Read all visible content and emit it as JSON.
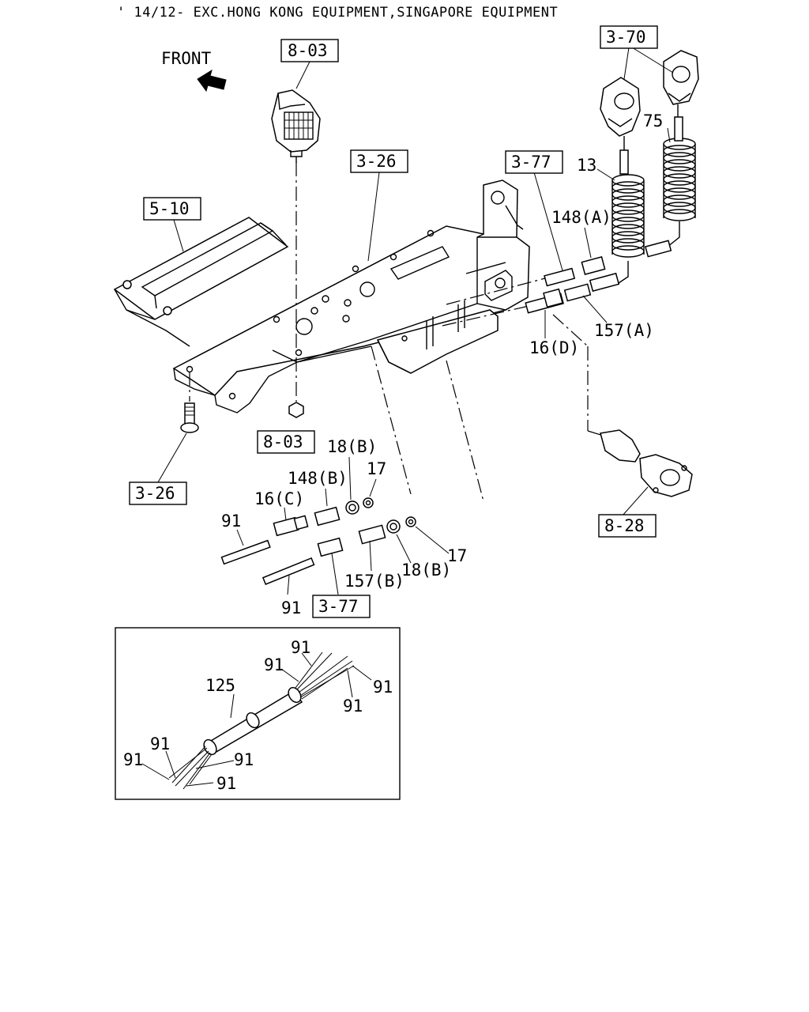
{
  "header": {
    "title": "' 14/12- EXC.HONG KONG EQUIPMENT,SINGAPORE EQUIPMENT"
  },
  "direction": {
    "front_label": "FRONT"
  },
  "ref_boxes": {
    "top_8_03": "8-03",
    "ref_3_70": "3-70",
    "ref_3_26_top": "3-26",
    "ref_3_77_top": "3-77",
    "ref_5_10": "5-10",
    "ref_8_03_bottom": "8-03",
    "ref_3_26_bottom": "3-26",
    "ref_8_28": "8-28",
    "ref_3_77_bottom": "3-77"
  },
  "callouts": {
    "c75": "75",
    "c13": "13",
    "c148a": "148(A)",
    "c157a": "157(A)",
    "c16d": "16(D)",
    "c18b_top": "18(B)",
    "c17_top": "17",
    "c148b": "148(B)",
    "c16c": "16(C)",
    "c91_left": "91",
    "c157b": "157(B)",
    "c18b_bottom": "18(B)",
    "c17_bottom": "17",
    "c91_bottom": "91"
  },
  "inset": {
    "c91_top": "91",
    "c91_upper_left": "91",
    "c91_right": "91",
    "c91_right_lower": "91",
    "c125": "125",
    "c91_lower_left_a": "91",
    "c91_lower_left_b": "91",
    "c91_lower_mid": "91",
    "c91_lower_bottom": "91"
  }
}
